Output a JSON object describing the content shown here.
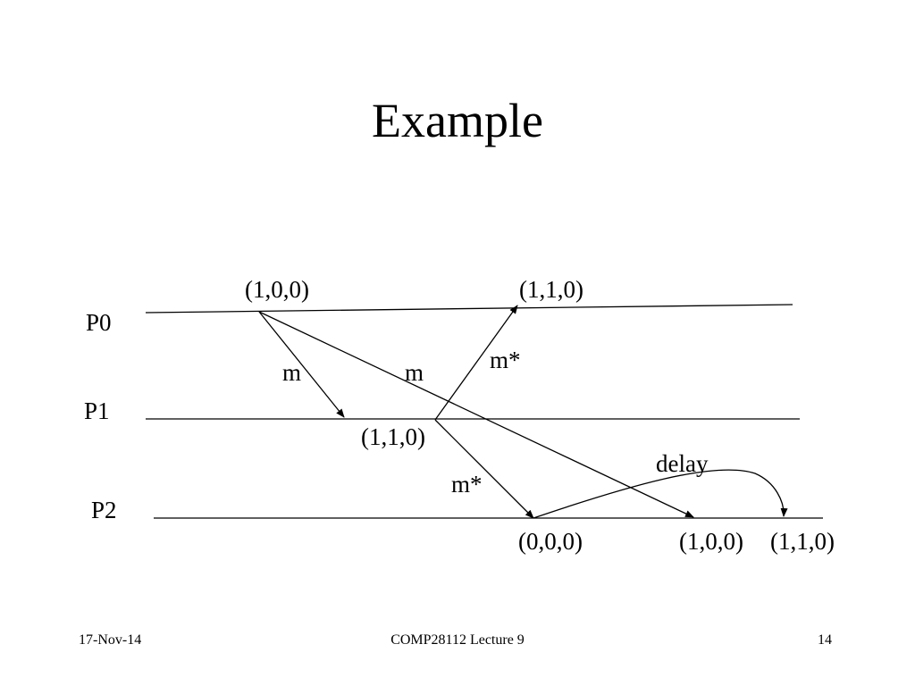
{
  "slide": {
    "title": "Example"
  },
  "diagram": {
    "processes": [
      {
        "name": "P0"
      },
      {
        "name": "P1"
      },
      {
        "name": "P2"
      }
    ],
    "events": [
      {
        "process": "P0",
        "timestamp": "(1,0,0)"
      },
      {
        "process": "P0",
        "timestamp": "(1,1,0)"
      },
      {
        "process": "P1",
        "timestamp": "(1,1,0)"
      },
      {
        "process": "P2",
        "timestamp": "(0,0,0)"
      },
      {
        "process": "P2",
        "timestamp": "(1,0,0)"
      },
      {
        "process": "P2",
        "timestamp": "(1,1,0)"
      }
    ],
    "messages": [
      {
        "label": "m",
        "from": "P0",
        "to": "P1"
      },
      {
        "label": "m",
        "from": "P0",
        "to": "P2"
      },
      {
        "label": "m*",
        "from": "P1",
        "to": "P0"
      },
      {
        "label": "m*",
        "from": "P1",
        "to": "P2"
      }
    ],
    "annotations": [
      {
        "text": "delay"
      }
    ]
  },
  "footer": {
    "date": "17-Nov-14",
    "course": "COMP28112  Lecture 9",
    "page": "14"
  }
}
